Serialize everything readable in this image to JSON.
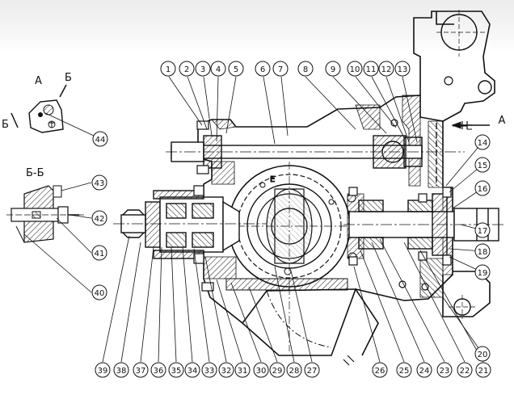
{
  "callouts": {
    "bottom": [
      "39",
      "38",
      "37",
      "36",
      "35",
      "34",
      "33",
      "32",
      "31",
      "30",
      "29",
      "28",
      "27",
      "26",
      "25",
      "24",
      "23",
      "22",
      "21"
    ],
    "top": [
      "1",
      "2",
      "3",
      "4",
      "5",
      "6",
      "7",
      "8",
      "9",
      "10",
      "11",
      "12",
      "13"
    ],
    "right": [
      "14",
      "15",
      "16",
      "17",
      "18",
      "19",
      "20"
    ],
    "section": [
      "43",
      "42",
      "41",
      "40"
    ],
    "detail": "44"
  },
  "view_labels": {
    "arrow_a": "А",
    "detail_a": "А",
    "detail_b_top": "Б",
    "detail_b_left": "Б",
    "section_title": "Б-Б",
    "gear_mark": "E"
  },
  "colors": {
    "line": "#111111",
    "background": "#ffffff",
    "header_band": "#eeeeee"
  }
}
